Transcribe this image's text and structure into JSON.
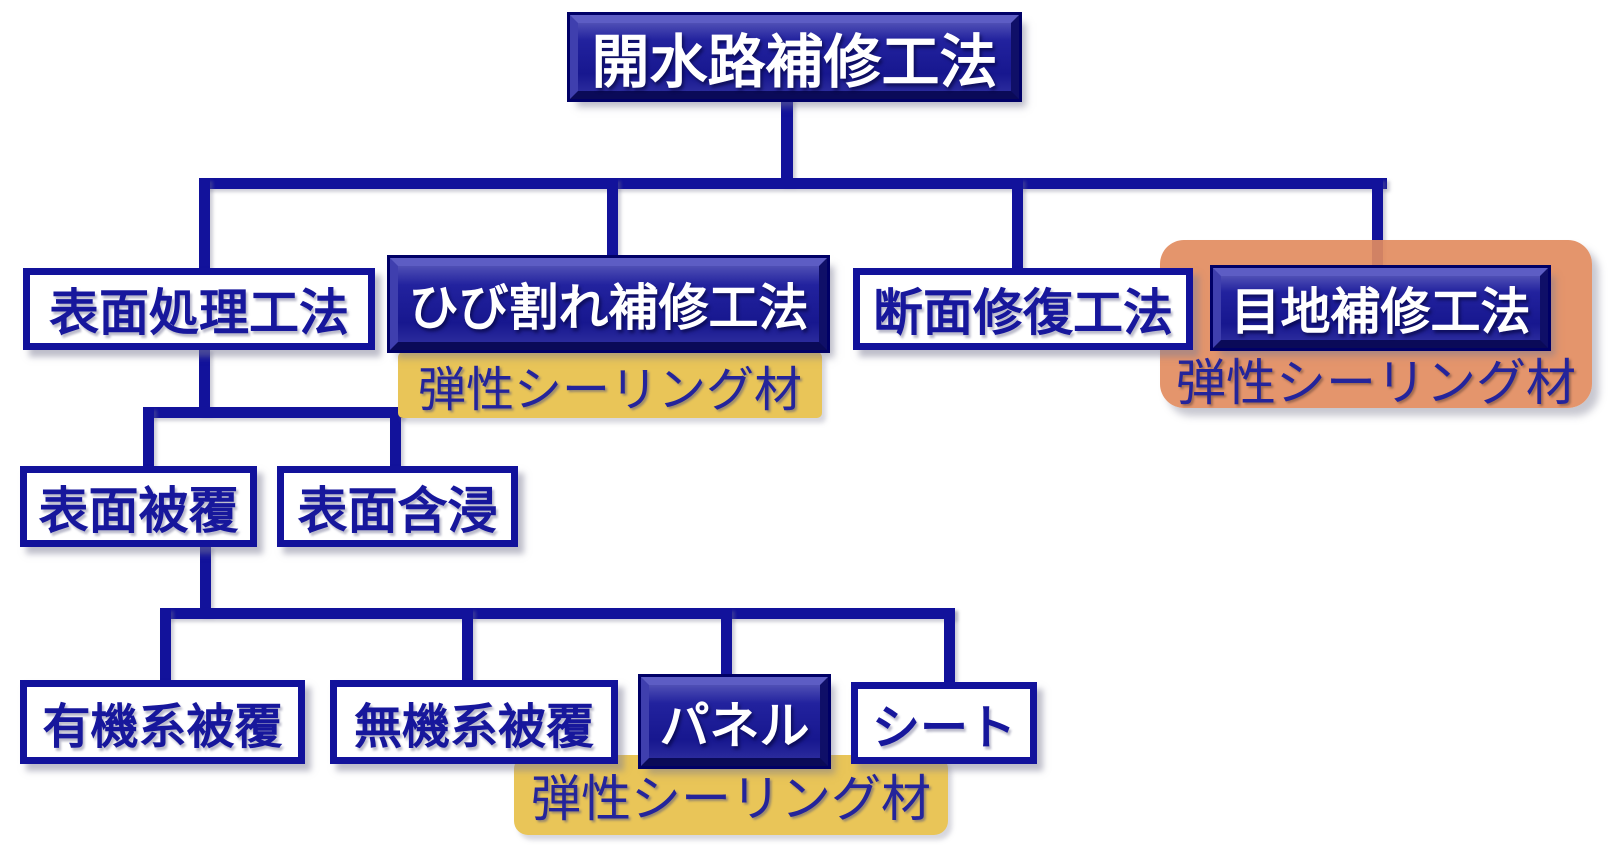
{
  "nodes": {
    "root": {
      "label": "開水路補修工法"
    },
    "surface_treatment": {
      "label": "表面処理工法"
    },
    "crack_repair": {
      "label": "ひび割れ補修工法",
      "note": "弾性シーリング材"
    },
    "section_repair": {
      "label": "断面修復工法"
    },
    "joint_repair": {
      "label": "目地補修工法",
      "note": "弾性シーリング材"
    },
    "surface_coating": {
      "label": "表面被覆"
    },
    "surface_impregnation": {
      "label": "表面含浸"
    },
    "organic_coating": {
      "label": "有機系被覆"
    },
    "inorganic_coating": {
      "label": "無機系被覆"
    },
    "panel": {
      "label": "パネル",
      "note": "弾性シーリング材"
    },
    "sheet": {
      "label": "シート"
    }
  },
  "colors": {
    "connector_navy": "#12129b",
    "solid_box_blue": "#1d1d99",
    "outline_box_border": "#12129b",
    "box_text_navy": "#17179c",
    "box_text_white": "#ffffff",
    "note_bg_yellow": "#e9c558",
    "highlight_panel_orange": "#e28c5f",
    "note_text_blue": "#24249b"
  }
}
